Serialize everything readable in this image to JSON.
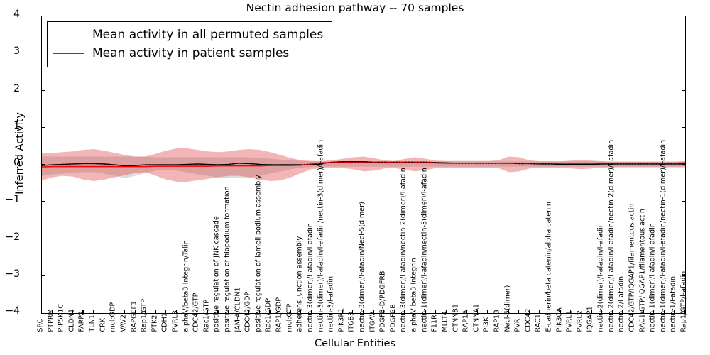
{
  "chart_data": {
    "type": "line",
    "title": "Nectin adhesion pathway -- 70 samples",
    "xlabel": "Cellular Entities",
    "ylabel": "Inferred Activity",
    "ylim": [
      -4,
      4
    ],
    "yticks": [
      "-4",
      "-3",
      "-2",
      "-1",
      "0",
      "1",
      "2",
      "3",
      "4"
    ],
    "grid": false,
    "legend_position": "upper-left",
    "legend": [
      {
        "label": "Mean activity in all permuted samples",
        "color": "#000000"
      },
      {
        "label": "Mean activity in patient samples",
        "color": "#ff0000"
      }
    ],
    "categories": [
      "SRC",
      "PTPRM",
      "PIP5K1C",
      "CLDN1",
      "FARP2",
      "TLN1",
      "CRK",
      "mol:GDP",
      "VAV2",
      "RAPGEF1",
      "Rap1/GTP",
      "PTK2",
      "CDH1",
      "PVRL3",
      "alphaV/beta3 Integrin/Talin",
      "CDC42/GTP",
      "Rac1/GTP",
      "positive regulation of JNK cascade",
      "positive regulation of filopodium formation",
      "JAM-A/CLDN1",
      "CDC42/GDP",
      "positive regulation of lamellipodium assembly",
      "Rac1/GDP",
      "RAP1/GDP",
      "mol:GTP",
      "adherens junction assembly",
      "nectin-3(dimer)/l-afadin/l-afadin",
      "nectin-3(dimer)/l-afadin/l-afadin/nectin-3(dimer)/l-afadin",
      "nectin-3/l-afadin",
      "PIK3R1",
      "ITGB3",
      "nectin-3(dimer)/l-afadin/Necl-5(dimer)",
      "ITGAV",
      "PDGFB-D/PDGFRB",
      "PDGFRB",
      "nectin-3(dimer)/l-afadin/nectin-2(dimer)/l-afadin",
      "alphaV beta3 Integrin",
      "nectin-1(dimer)/l-afadin/nectin-3(dimer)/l-afadin",
      "F11R",
      "MLLT4",
      "CTNNB1",
      "RAP1A",
      "CTNNA1",
      "PI3K",
      "RAP1B",
      "Necl-5(dimer)",
      "PVR",
      "CDC42",
      "RAC1",
      "E-cadherin/beta catenin/alpha catenin",
      "PIK3CA",
      "PVRL1",
      "PVRL2",
      "IQGAP1",
      "nectin-2(dimer)/l-afadin/l-afadin",
      "nectin-2(dimer)/l-afadin/l-afadin/nectin-2(dimer)/l-afadin",
      "nectin-2/l-afadin",
      "CDC42/GTP/IQGAP1/filamentous actin",
      "RAC1/GTP/IQGAP1/filamentous actin",
      "nectin-1(dimer)/l-afadin/l-afadin",
      "nectin-1(dimer)/l-afadin/l-afadin/nectin-1(dimer)/l-afadin",
      "nectin-1/l-afadin",
      "Rap1/GTP/l-afadin"
    ],
    "series": [
      {
        "name": "Mean activity in all permuted samples",
        "color": "#000000",
        "values": [
          -0.02,
          0.0,
          0.01,
          0.02,
          0.03,
          0.03,
          0.02,
          0.0,
          -0.03,
          -0.02,
          0.0,
          0.0,
          0.0,
          0.0,
          0.01,
          0.02,
          0.01,
          0.0,
          0.01,
          0.04,
          0.03,
          0.01,
          0.0,
          0.0,
          0.0,
          0.0,
          0.0,
          0.03,
          0.07,
          0.08,
          0.08,
          0.08,
          0.07,
          0.07,
          0.07,
          0.07,
          0.07,
          0.07,
          0.06,
          0.05,
          0.04,
          0.04,
          0.04,
          0.04,
          0.04,
          0.04,
          0.03,
          0.03,
          0.02,
          0.02,
          0.01,
          0.01,
          0.01,
          0.01,
          0.02,
          0.02,
          0.02,
          0.02,
          0.02,
          0.02,
          0.02,
          0.02,
          0.02
        ],
        "band_lower": [
          -0.3,
          -0.26,
          -0.24,
          -0.22,
          -0.2,
          -0.2,
          -0.24,
          -0.3,
          -0.36,
          -0.3,
          -0.22,
          -0.16,
          -0.14,
          -0.16,
          -0.2,
          -0.26,
          -0.3,
          -0.34,
          -0.36,
          -0.36,
          -0.34,
          -0.3,
          -0.24,
          -0.18,
          -0.12,
          -0.08,
          -0.06,
          -0.05,
          -0.05,
          -0.05,
          -0.05,
          -0.05,
          -0.05,
          -0.05,
          -0.05,
          -0.05,
          -0.05,
          -0.05,
          -0.05,
          -0.05,
          -0.05,
          -0.05,
          -0.05,
          -0.05,
          -0.05,
          -0.05,
          -0.05,
          -0.05,
          -0.05,
          -0.05,
          -0.05,
          -0.05,
          -0.05,
          -0.05,
          -0.05,
          -0.05,
          -0.05,
          -0.05,
          -0.05,
          -0.05,
          -0.05,
          -0.05,
          -0.05
        ],
        "band_upper": [
          0.22,
          0.22,
          0.22,
          0.22,
          0.22,
          0.22,
          0.22,
          0.22,
          0.22,
          0.22,
          0.22,
          0.2,
          0.2,
          0.2,
          0.2,
          0.2,
          0.2,
          0.2,
          0.2,
          0.2,
          0.2,
          0.18,
          0.16,
          0.14,
          0.12,
          0.1,
          0.09,
          0.09,
          0.09,
          0.09,
          0.09,
          0.09,
          0.09,
          0.09,
          0.09,
          0.09,
          0.09,
          0.09,
          0.09,
          0.09,
          0.09,
          0.09,
          0.09,
          0.09,
          0.09,
          0.09,
          0.09,
          0.09,
          0.09,
          0.09,
          0.09,
          0.09,
          0.09,
          0.09,
          0.09,
          0.09,
          0.09,
          0.09,
          0.09,
          0.09,
          0.09,
          0.09,
          0.09
        ]
      },
      {
        "name": "Mean activity in patient samples",
        "color": "#ff0000",
        "values": [
          -0.06,
          -0.05,
          -0.05,
          -0.05,
          -0.05,
          -0.05,
          -0.05,
          -0.05,
          -0.05,
          -0.05,
          -0.05,
          -0.04,
          -0.04,
          -0.04,
          -0.04,
          -0.04,
          -0.04,
          -0.03,
          -0.03,
          -0.03,
          -0.03,
          -0.03,
          -0.02,
          -0.02,
          -0.02,
          -0.01,
          0.02,
          0.05,
          0.06,
          0.06,
          0.06,
          0.06,
          0.06,
          0.06,
          0.06,
          0.06,
          0.06,
          0.06,
          0.05,
          0.04,
          0.04,
          0.04,
          0.04,
          0.04,
          0.04,
          0.04,
          0.04,
          0.04,
          0.04,
          0.04,
          0.04,
          0.04,
          0.04,
          0.04,
          0.04,
          0.04,
          0.04,
          0.04,
          0.04,
          0.04,
          0.04,
          0.04,
          0.05
        ],
        "band_lower": [
          -0.42,
          -0.34,
          -0.3,
          -0.32,
          -0.4,
          -0.44,
          -0.4,
          -0.34,
          -0.28,
          -0.22,
          -0.2,
          -0.3,
          -0.4,
          -0.46,
          -0.46,
          -0.42,
          -0.38,
          -0.34,
          -0.3,
          -0.3,
          -0.34,
          -0.4,
          -0.44,
          -0.42,
          -0.34,
          -0.22,
          -0.12,
          -0.09,
          -0.09,
          -0.09,
          -0.12,
          -0.18,
          -0.16,
          -0.1,
          -0.09,
          -0.14,
          -0.18,
          -0.14,
          -0.09,
          -0.09,
          -0.09,
          -0.09,
          -0.09,
          -0.09,
          -0.09,
          -0.2,
          -0.18,
          -0.1,
          -0.08,
          -0.08,
          -0.08,
          -0.1,
          -0.12,
          -0.1,
          -0.08,
          -0.07,
          -0.07,
          -0.07,
          -0.07,
          -0.07,
          -0.07,
          -0.07,
          -0.07
        ],
        "band_upper": [
          0.3,
          0.32,
          0.34,
          0.36,
          0.4,
          0.42,
          0.38,
          0.32,
          0.26,
          0.22,
          0.22,
          0.3,
          0.38,
          0.44,
          0.44,
          0.4,
          0.36,
          0.34,
          0.36,
          0.4,
          0.42,
          0.4,
          0.34,
          0.26,
          0.18,
          0.12,
          0.1,
          0.1,
          0.12,
          0.16,
          0.2,
          0.22,
          0.18,
          0.12,
          0.1,
          0.16,
          0.2,
          0.16,
          0.11,
          0.1,
          0.1,
          0.1,
          0.1,
          0.1,
          0.12,
          0.22,
          0.2,
          0.12,
          0.09,
          0.09,
          0.09,
          0.11,
          0.13,
          0.11,
          0.09,
          0.08,
          0.08,
          0.08,
          0.08,
          0.08,
          0.08,
          0.08,
          0.09
        ]
      }
    ]
  }
}
